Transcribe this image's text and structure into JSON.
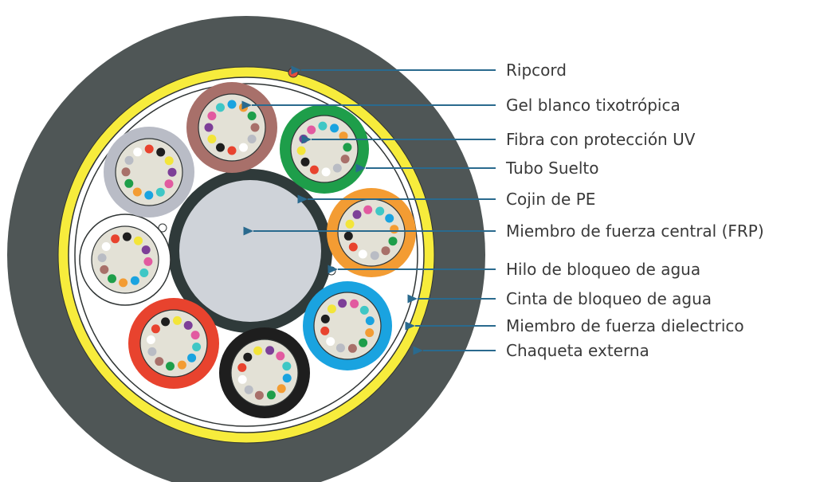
{
  "labels": {
    "ripcord": "Ripcord",
    "gel": "Gel blanco tixotrópica",
    "fiber": "Fibra con protección UV",
    "tube": "Tubo Suelto",
    "cushion": "Cojin de PE",
    "frp": "Miembro de fuerza central (FRP)",
    "yarn": "Hilo de bloqueo de agua",
    "tape": "Cinta de bloqueo de agua",
    "dielectric": "Miembro de fuerza dielectrico",
    "jacket": "Chaqueta externa"
  },
  "colors": {
    "jacket": "#4f5656",
    "strength_yellow": "#f7ec3c",
    "leader": "#2a6a8e",
    "gel": "#e3e1d6",
    "frp": "#cfd3d9",
    "cushion": "#2f3a3a",
    "tube_colors": [
      "brown",
      "green",
      "orange",
      "blue",
      "black",
      "red",
      "white",
      "gray"
    ],
    "fiber_colors": [
      "blue",
      "orange",
      "green",
      "brown",
      "slate",
      "white",
      "red",
      "black",
      "yellow",
      "violet",
      "rose",
      "aqua"
    ]
  },
  "components": {
    "loose_tubes": 8,
    "fibers_per_tube": 12,
    "water_blocking_yarns": 2,
    "ripcords": 1
  }
}
